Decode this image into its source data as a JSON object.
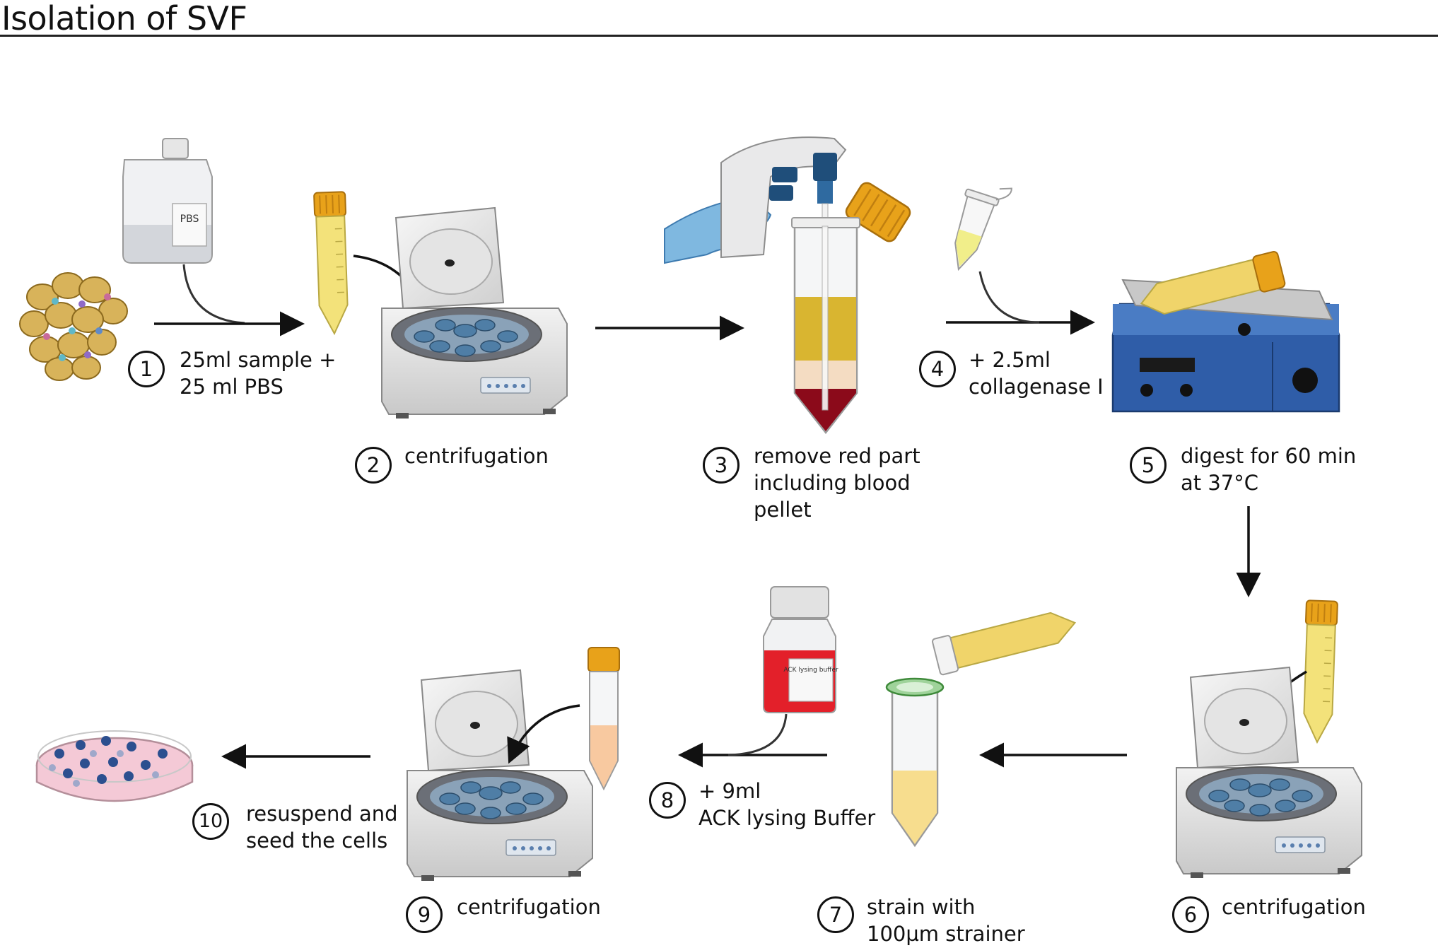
{
  "title": "Isolation of SVF",
  "steps": [
    {
      "number": "1",
      "lines": [
        "25ml sample +",
        "25 ml PBS"
      ]
    },
    {
      "number": "2",
      "lines": [
        "centrifugation"
      ]
    },
    {
      "number": "3",
      "lines": [
        "remove red part",
        "including blood",
        "pellet"
      ]
    },
    {
      "number": "4",
      "lines": [
        "+ 2.5ml",
        "collagenase I"
      ]
    },
    {
      "number": "5",
      "lines": [
        "digest for 60 min",
        "at 37°C"
      ]
    },
    {
      "number": "6",
      "lines": [
        "centrifugation"
      ]
    },
    {
      "number": "7",
      "lines": [
        "strain with",
        "100µm strainer"
      ]
    },
    {
      "number": "8",
      "lines": [
        "+ 9ml",
        "ACK lysing Buffer"
      ]
    },
    {
      "number": "9",
      "lines": [
        "centrifugation"
      ]
    },
    {
      "number": "10",
      "lines": [
        "resuspend and",
        "seed the cells"
      ]
    }
  ],
  "bottle_labels": {
    "pbs": "PBS",
    "ack": "ACK lysing buffer"
  },
  "colors": {
    "yellow_liquid": "#f3e27a",
    "tube_cap": "#e8a21a",
    "blood_red": "#8b0a1a",
    "glove_blue": "#7fb8e0",
    "shaker_blue": "#2f5da8",
    "ack_red": "#e3202a",
    "peach_liquid": "#f8c9a0",
    "dish_pink": "#f4c9d6",
    "cell_blue": "#2c4f8f"
  }
}
